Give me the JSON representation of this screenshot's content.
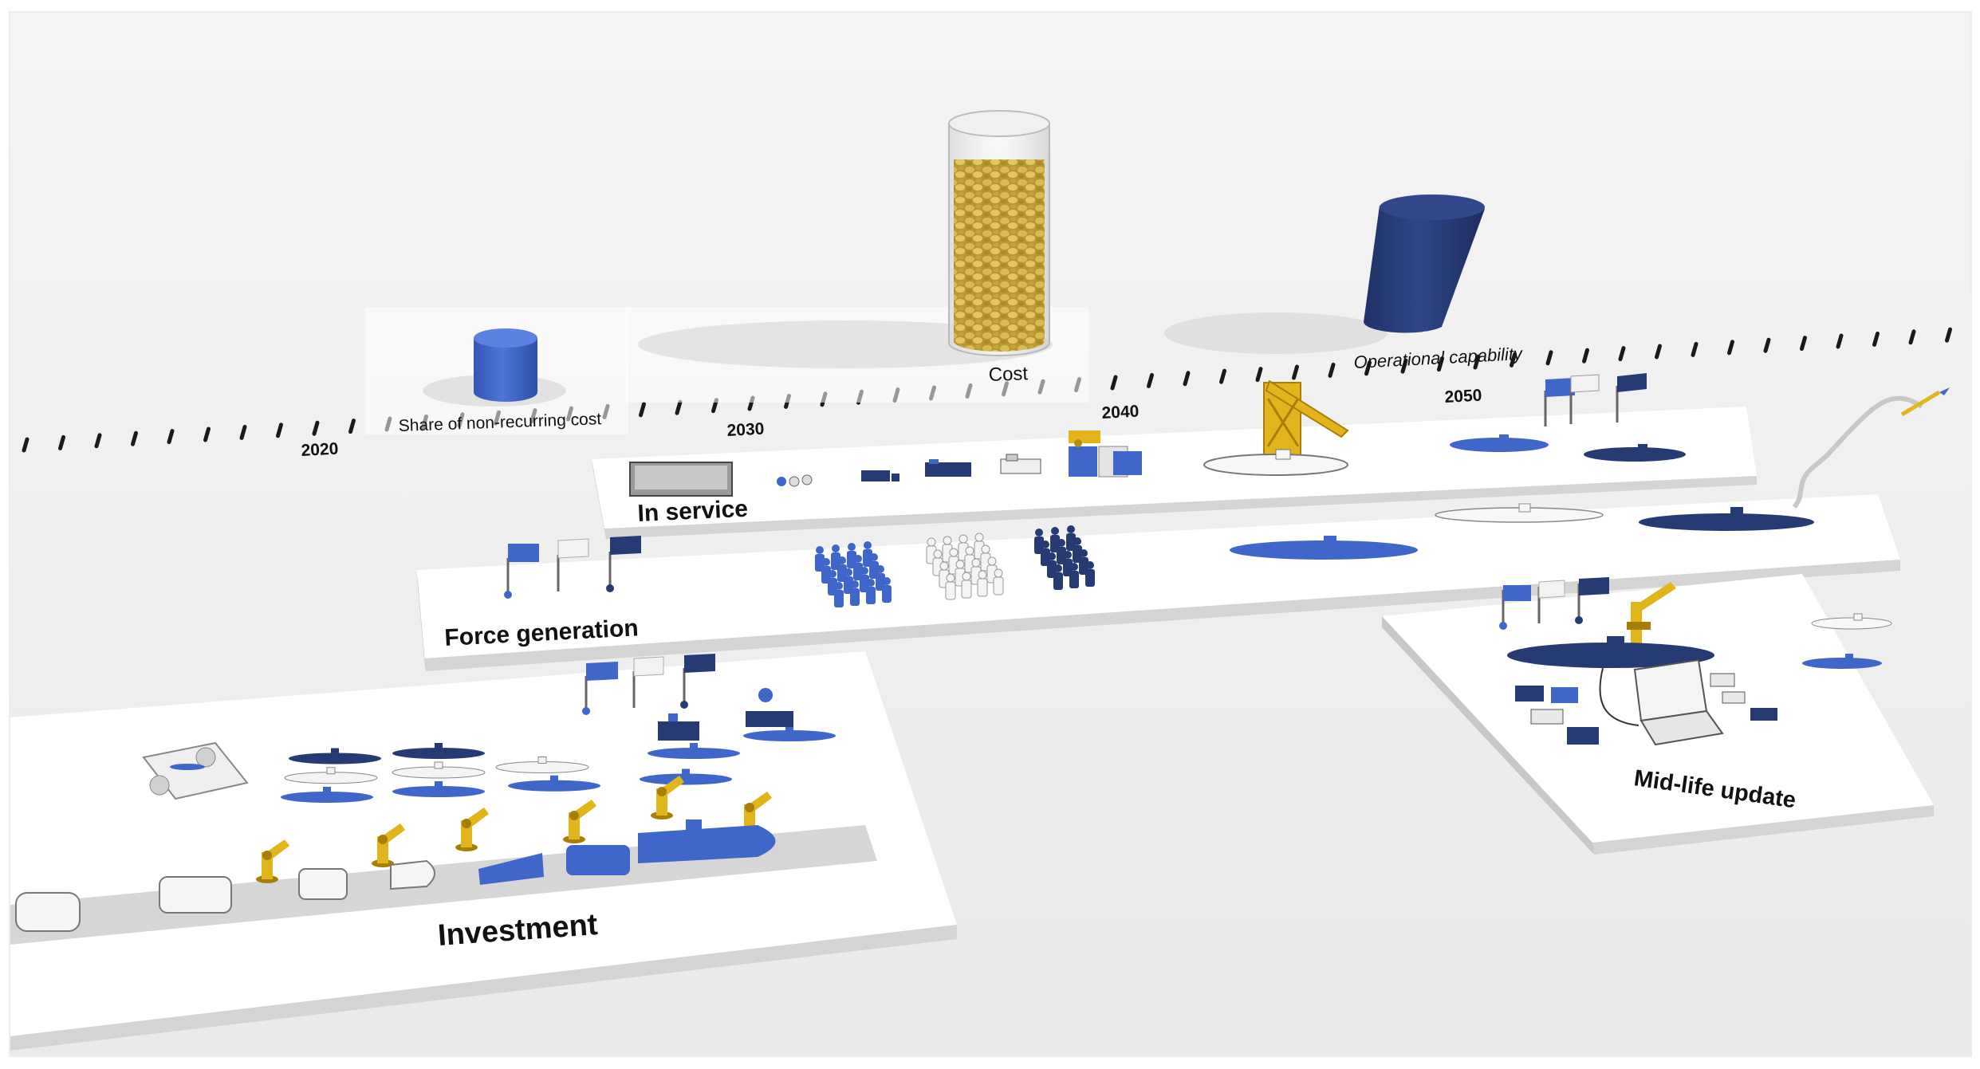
{
  "timeline": {
    "years": [
      "2020",
      "2030",
      "2040",
      "2050"
    ]
  },
  "indicators": {
    "share_label": "Share of non-recurring cost",
    "cost_label": "Cost",
    "capability_label": "Operational capability"
  },
  "platforms": {
    "in_service": "In service",
    "force_generation": "Force generation",
    "investment": "Investment",
    "mid_life_update": "Mid-life update"
  },
  "colors": {
    "blue": "#3f67c9",
    "dark_navy": "#263a73",
    "white_model": "#f4f4f4",
    "yellow": "#e2b51d",
    "gold": "#c9a63c"
  }
}
